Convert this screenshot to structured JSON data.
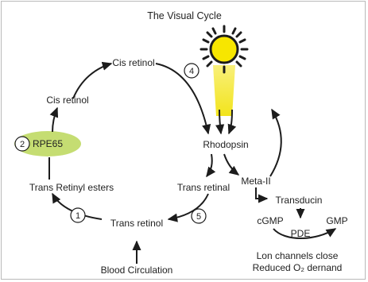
{
  "title": "The Visual Cycle",
  "labels": {
    "cis_retinol_top": "Cis retinol",
    "cis_retinol_left": "Cis retinol",
    "rpe65": "RPE65",
    "trans_retinyl_esters": "Trans Retinyl esters",
    "trans_retinol": "Trans retinol",
    "blood_circulation": "Blood  Circulation",
    "rhodopsin": "Rhodopsin",
    "trans_retinal": "Trans retinal",
    "meta_ii": "Meta-II",
    "transducin": "Transducin",
    "cgmp": "cGMP",
    "gmp": "GMP",
    "pde": "PDE",
    "ion_channels": "Lon channels close",
    "reduced_o2": "Reduced O₂ dernand"
  },
  "steps": [
    "1",
    "2",
    "4",
    "5"
  ],
  "colors": {
    "sun": "#f7e600",
    "light_beam": "#f5ec4a",
    "rpe65_fill": "#c5dd72",
    "arrow": "#1c1c1c"
  }
}
